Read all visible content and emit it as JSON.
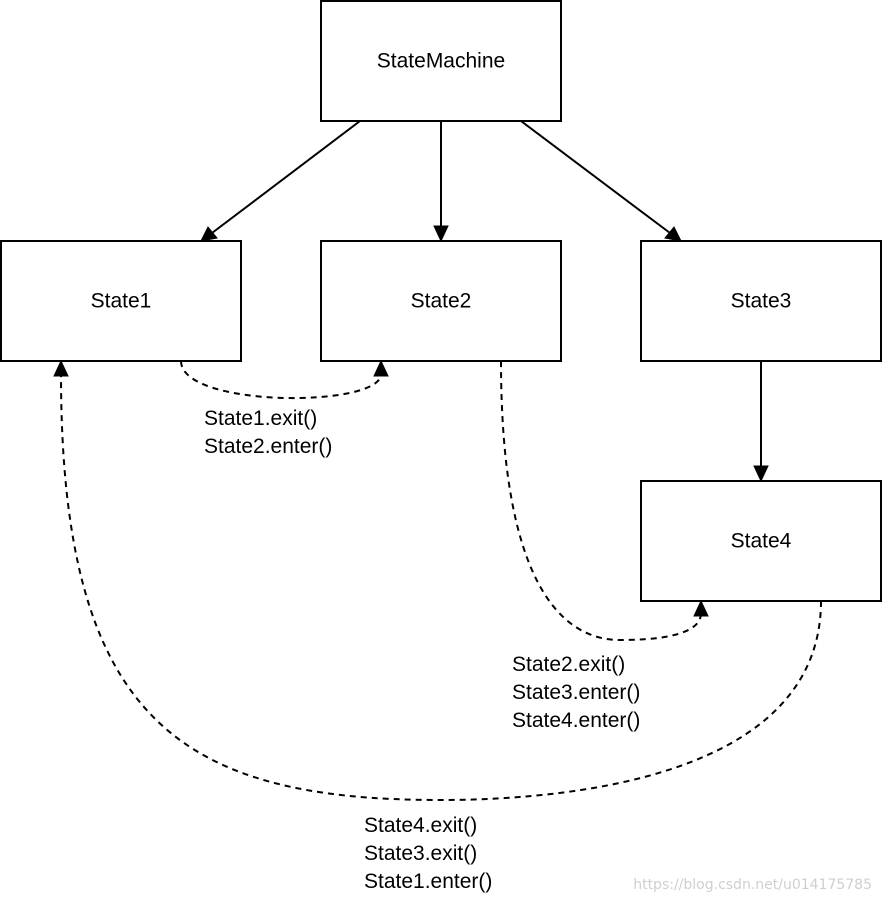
{
  "nodes": {
    "root": "StateMachine",
    "state1": "State1",
    "state2": "State2",
    "state3": "State3",
    "state4": "State4"
  },
  "transitions": {
    "state1_to_state2": [
      "State1.exit()",
      "State2.enter()"
    ],
    "state2_to_state4": [
      "State2.exit()",
      "State3.enter()",
      "State4.enter()"
    ],
    "state4_to_state1": [
      "State4.exit()",
      "State3.exit()",
      "State1.enter()"
    ]
  },
  "watermark": "https://blog.csdn.net/u014175785"
}
